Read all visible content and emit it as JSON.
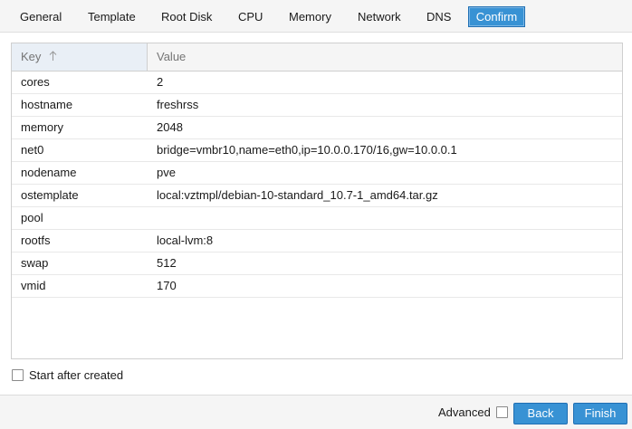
{
  "tabs": [
    {
      "label": "General",
      "active": false
    },
    {
      "label": "Template",
      "active": false
    },
    {
      "label": "Root Disk",
      "active": false
    },
    {
      "label": "CPU",
      "active": false
    },
    {
      "label": "Memory",
      "active": false
    },
    {
      "label": "Network",
      "active": false
    },
    {
      "label": "DNS",
      "active": false
    },
    {
      "label": "Confirm",
      "active": true
    }
  ],
  "grid": {
    "columns": {
      "key": "Key",
      "value": "Value"
    },
    "sort_icon": "arrow-up-icon",
    "rows": [
      {
        "key": "cores",
        "value": "2"
      },
      {
        "key": "hostname",
        "value": "freshrss"
      },
      {
        "key": "memory",
        "value": "2048"
      },
      {
        "key": "net0",
        "value": "bridge=vmbr10,name=eth0,ip=10.0.0.170/16,gw=10.0.0.1"
      },
      {
        "key": "nodename",
        "value": "pve"
      },
      {
        "key": "ostemplate",
        "value": "local:vztmpl/debian-10-standard_10.7-1_amd64.tar.gz"
      },
      {
        "key": "pool",
        "value": ""
      },
      {
        "key": "rootfs",
        "value": "local-lvm:8"
      },
      {
        "key": "swap",
        "value": "512"
      },
      {
        "key": "vmid",
        "value": "170"
      }
    ]
  },
  "start_after_created": {
    "label": "Start after created",
    "checked": false
  },
  "footer": {
    "advanced_label": "Advanced",
    "advanced_checked": false,
    "back_label": "Back",
    "finish_label": "Finish"
  },
  "colors": {
    "accent": "#3892d4",
    "accent_border": "#1f6fb3",
    "header_bg": "#f5f5f5"
  }
}
